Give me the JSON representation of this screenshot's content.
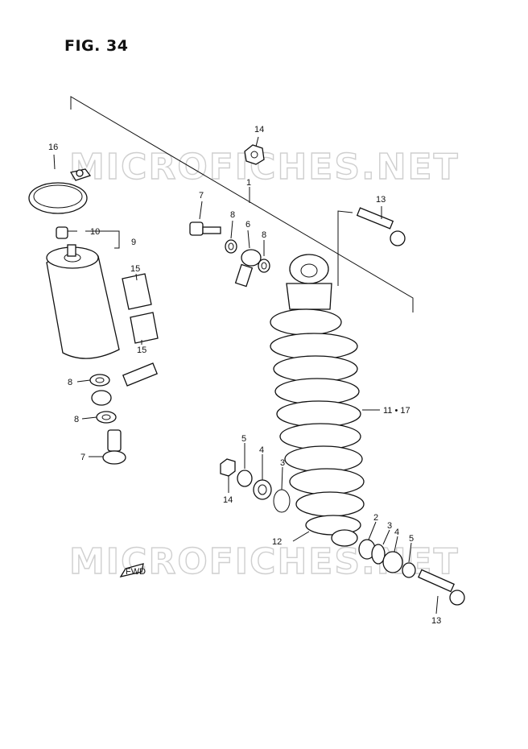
{
  "figure": {
    "title": "FIG. 34"
  },
  "watermark": {
    "text_top": "MICROFICHES.NET",
    "text_bottom": "MICROFICHES.NET",
    "color": "#cfcfcf"
  },
  "fwd_mark": "FWD",
  "callouts": {
    "c1": "1",
    "c2": "2",
    "c3a": "3",
    "c3b": "3",
    "c4a": "4",
    "c4b": "4",
    "c5a": "5",
    "c5b": "5",
    "c6": "6",
    "c7a": "7",
    "c7b": "7",
    "c8a": "8",
    "c8b": "8",
    "c8c": "8",
    "c8d": "8",
    "c9": "9",
    "c10": "10",
    "c11": "11 • 17",
    "c12": "12",
    "c13a": "13",
    "c13b": "13",
    "c14a": "14",
    "c14b": "14",
    "c15a": "15",
    "c15b": "15",
    "c16": "16"
  }
}
